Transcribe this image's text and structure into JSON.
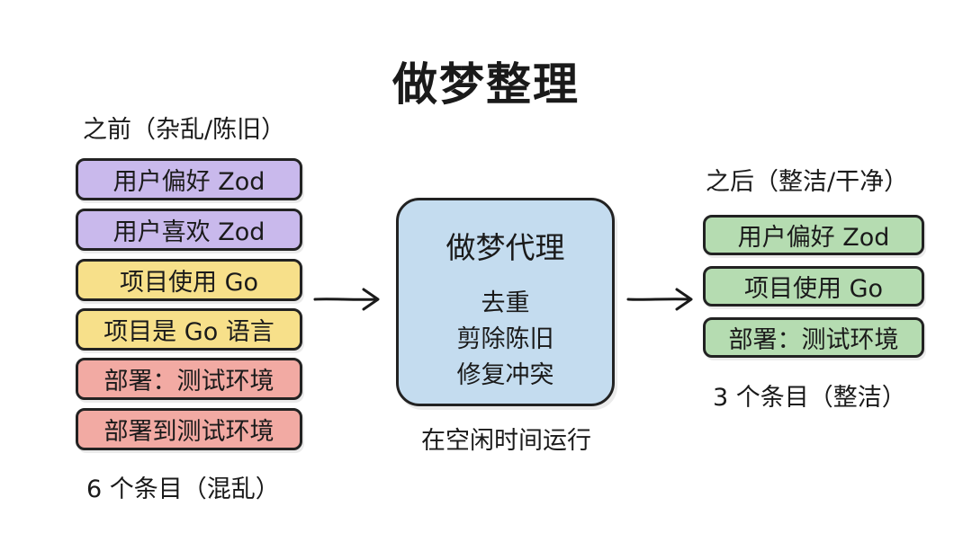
{
  "title": "做梦整理",
  "before": {
    "heading": "之前（杂乱/陈旧）",
    "items": [
      {
        "label": "用户偏好 Zod",
        "color": "#c9b9ec"
      },
      {
        "label": "用户喜欢 Zod",
        "color": "#c9b9ec"
      },
      {
        "label": "项目使用 Go",
        "color": "#f7e08a"
      },
      {
        "label": "项目是 Go 语言",
        "color": "#f7e08a"
      },
      {
        "label": "部署：测试环境",
        "color": "#f2aaa3"
      },
      {
        "label": "部署到测试环境",
        "color": "#f2aaa3"
      }
    ],
    "count": "6 个条目（混乱）"
  },
  "agent": {
    "title": "做梦代理",
    "steps": [
      "去重",
      "剪除陈旧",
      "修复冲突"
    ],
    "caption": "在空闲时间运行",
    "color": "#c4dcef"
  },
  "after": {
    "heading": "之后（整洁/干净）",
    "items": [
      {
        "label": "用户偏好 Zod",
        "color": "#b5dcb1"
      },
      {
        "label": "项目使用 Go",
        "color": "#b5dcb1"
      },
      {
        "label": "部署：测试环境",
        "color": "#b5dcb1"
      }
    ],
    "count": "3 个条目（整洁）"
  }
}
